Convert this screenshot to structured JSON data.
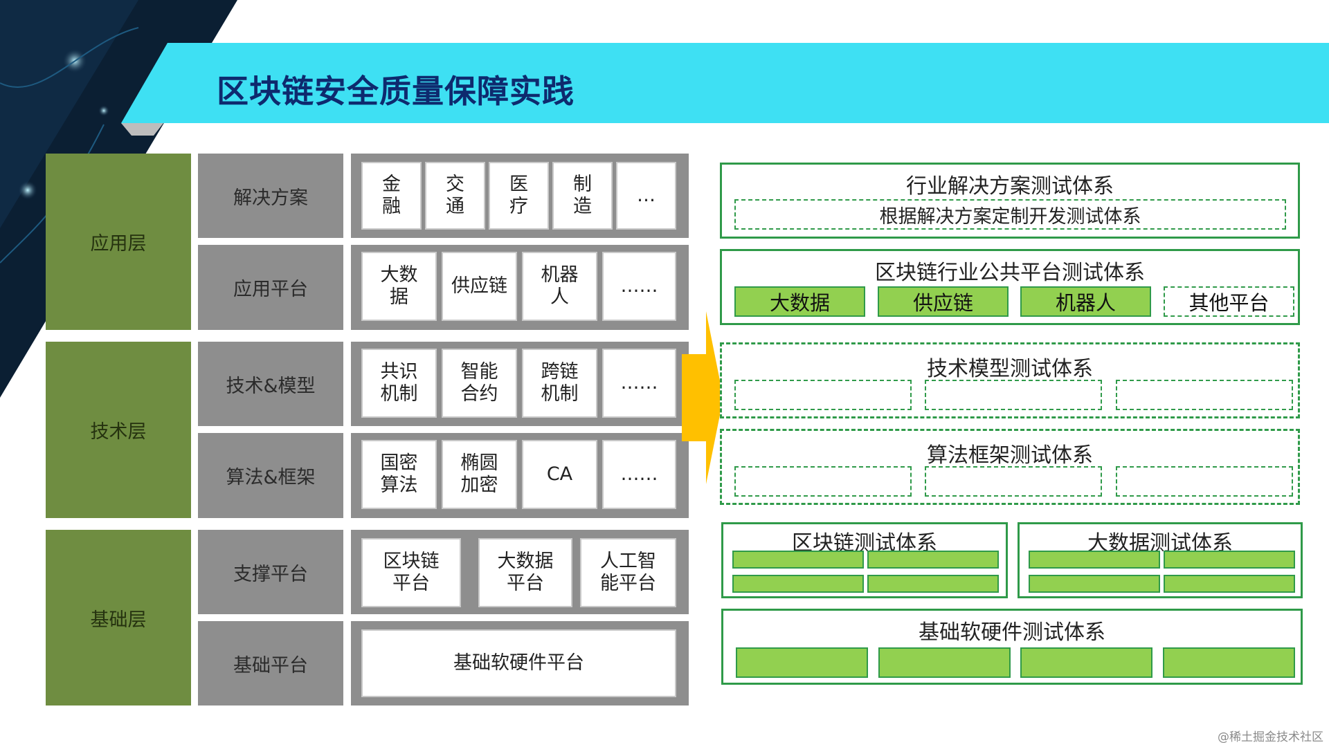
{
  "title": "区块链安全质量保障实践",
  "colors": {
    "title_band": "#3ee0f3",
    "layer": "#6f8d41",
    "category": "#8e8e8e",
    "green": "#92d050",
    "green_border": "#2f9a49",
    "arrow": "#ffc000"
  },
  "left": {
    "layers": [
      "应用层",
      "技术层",
      "基础层"
    ],
    "categories": [
      "解决方案",
      "应用平台",
      "技术&模型",
      "算法&框架",
      "支撑平台",
      "基础平台"
    ],
    "solutions": [
      "金\n融",
      "交\n通",
      "医\n疗",
      "制\n造",
      "…"
    ],
    "app_platforms": [
      "大数\n据",
      "供应链",
      "机器\n人",
      "……"
    ],
    "tech_models": [
      "共识\n机制",
      "智能\n合约",
      "跨链\n机制",
      "……"
    ],
    "algorithms": [
      "国密\n算法",
      "椭圆\n加密",
      "CA",
      "……"
    ],
    "support_platforms": [
      "区块链\n平台",
      "大数据\n平台",
      "人工智\n能平台"
    ],
    "base_platform": "基础软硬件平台"
  },
  "right": {
    "industry": {
      "title": "行业解决方案测试体系",
      "sub": "根据解决方案定制开发测试体系"
    },
    "public": {
      "title": "区块链行业公共平台测试体系",
      "items": [
        "大数据",
        "供应链",
        "机器人"
      ],
      "other": "其他平台"
    },
    "tech_model": "技术模型测试体系",
    "algorithm": "算法框架测试体系",
    "blockchain": "区块链测试体系",
    "bigdata": "大数据测试体系",
    "base": "基础软硬件测试体系"
  },
  "watermark": "@稀土掘金技术社区"
}
